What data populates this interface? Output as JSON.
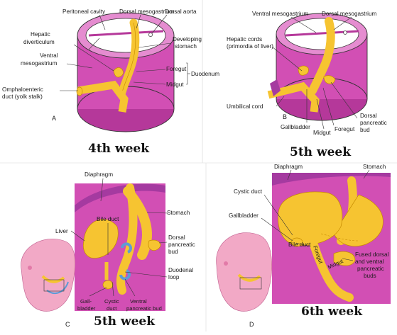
{
  "panel_a": {
    "labels": {
      "peritoneal_cavity": "Peritoneal cavity",
      "dorsal_mesogastrium": "Dorsal mesogastrium",
      "dorsal_aorta": "Dorsal aorta",
      "hepatic_diverticulum_1": "Hepatic",
      "hepatic_diverticulum_2": "diverticulum",
      "developing_stomach_1": "Developing",
      "developing_stomach_2": "stomach",
      "ventral_mesogastrium_1": "Ventral",
      "ventral_mesogastrium_2": "mesogastrium",
      "foregut": "Foregut",
      "duodenum": "Duodenum",
      "midgut": "Midgut",
      "omphaloenteric_1": "Omphaloenteric",
      "omphaloenteric_2": "duct (yolk stalk)"
    },
    "letter": "A",
    "week": "4th week"
  },
  "panel_b": {
    "labels": {
      "ventral_mesogastrium": "Ventral mesogastrium",
      "dorsal_mesogastrium": "Dorsal mesogastrium",
      "hepatic_cords_1": "Hepatic cords",
      "hepatic_cords_2": "(primordia of liver)",
      "umbilical_cord": "Umbilical cord",
      "dorsal_pancreatic_1": "Dorsal",
      "dorsal_pancreatic_2": "pancreatic",
      "dorsal_pancreatic_3": "bud",
      "gallbladder": "Gallbladder",
      "midgut": "Midgut",
      "foregut": "Foregut"
    },
    "letter": "B",
    "week": "5th week"
  },
  "panel_c": {
    "labels": {
      "diaphragm": "Diaphragm",
      "stomach": "Stomach",
      "bile_duct": "Bile duct",
      "liver": "Liver",
      "dorsal_pancreatic_1": "Dorsal",
      "dorsal_pancreatic_2": "pancreatic",
      "dorsal_pancreatic_3": "bud",
      "duodenal_loop_1": "Duodenal",
      "duodenal_loop_2": "loop",
      "gallbladder_1": "Gall-",
      "gallbladder_2": "bladder",
      "cystic_duct_1": "Cystic",
      "cystic_duct_2": "duct",
      "ventral_pancreatic_1": "Ventral",
      "ventral_pancreatic_2": "pancreatic bud"
    },
    "letter": "C",
    "week": "5th week"
  },
  "panel_d": {
    "labels": {
      "diaphragm": "Diaphragm",
      "stomach": "Stomach",
      "cystic_duct": "Cystic duct",
      "gallbladder": "Gallbladder",
      "bile_duct": "Bile duct",
      "foregut": "Foregut",
      "midgut": "Midgut",
      "fused_1": "Fused dorsal",
      "fused_2": "and ventral",
      "fused_3": "pancreatic",
      "fused_4": "buds"
    },
    "letter": "D",
    "week": "6th week"
  },
  "colors": {
    "tissue_pink": "#d24fb4",
    "gut_yellow": "#f6c431",
    "embryo_pink": "#f2a9c6",
    "pancreatic_blue": "#5d9bd6"
  }
}
